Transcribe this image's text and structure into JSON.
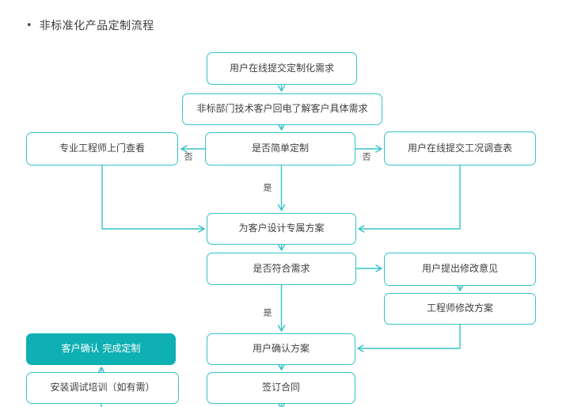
{
  "title": {
    "bullet": "•",
    "text": "非标准化产品定制流程"
  },
  "colors": {
    "line": "#36c3c7",
    "node_fill": "#ffffff",
    "highlight_fill": "#0fb0b3",
    "text": "#3f3f3f",
    "highlight_text": "#ffffff",
    "background": "#ffffff"
  },
  "nodes": {
    "submit": {
      "label": "用户在线提交定制化需求"
    },
    "callback": {
      "label": "非标部门技术客户回电了解客户具体需求"
    },
    "engineer_visit": {
      "label": "专业工程师上门查看"
    },
    "is_simple": {
      "label": "是否简单定制"
    },
    "survey": {
      "label": "用户在线提交工况调查表"
    },
    "design": {
      "label": "为客户设计专属方案"
    },
    "meets_needs": {
      "label": "是否符合需求"
    },
    "feedback": {
      "label": "用户提出修改意见"
    },
    "modify": {
      "label": "工程师修改方案"
    },
    "confirm": {
      "label": "用户确认方案"
    },
    "contract": {
      "label": "签订合同"
    },
    "complete": {
      "label": "客户确认 完成定制"
    },
    "install": {
      "label": "安装调试培训（如有需）"
    }
  },
  "edge_labels": {
    "no_left": "否",
    "no_right": "否",
    "yes_mid": "是",
    "yes_low": "是"
  }
}
